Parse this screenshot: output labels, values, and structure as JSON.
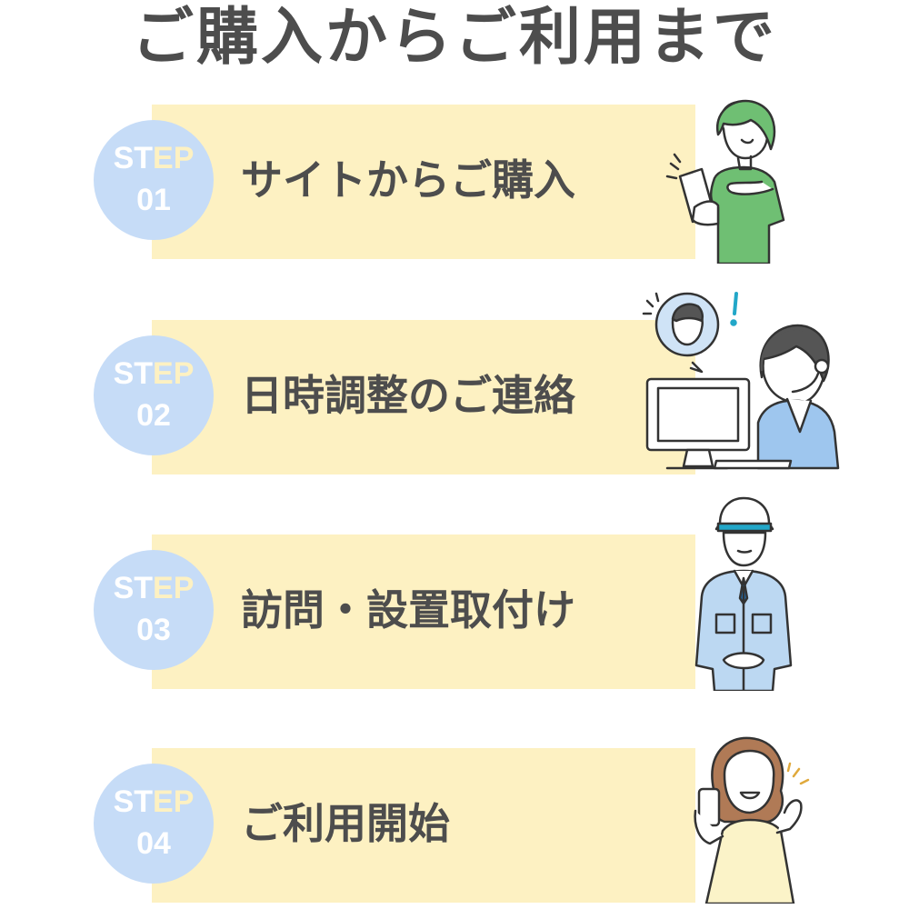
{
  "title": "ご購入からご利用まで",
  "steps": [
    {
      "word_a": "ST",
      "word_b": "EP",
      "number": "01",
      "label": "サイトからご購入",
      "illustration": "woman-with-smartphone-icon"
    },
    {
      "word_a": "ST",
      "word_b": "EP",
      "number": "02",
      "label": "日時調整のご連絡",
      "illustration": "call-center-operator-icon"
    },
    {
      "word_a": "ST",
      "word_b": "EP",
      "number": "03",
      "label": "訪問・設置取付け",
      "illustration": "installation-worker-icon"
    },
    {
      "word_a": "ST",
      "word_b": "EP",
      "number": "04",
      "label": "ご利用開始",
      "illustration": "happy-woman-with-phone-icon"
    }
  ],
  "colors": {
    "title_text": "#4d4d4d",
    "band": "#fdf1c2",
    "circle": "#c6dcf7",
    "accent_green": "#6fbf73",
    "accent_blue": "#9ec6ee",
    "outline": "#333333"
  }
}
